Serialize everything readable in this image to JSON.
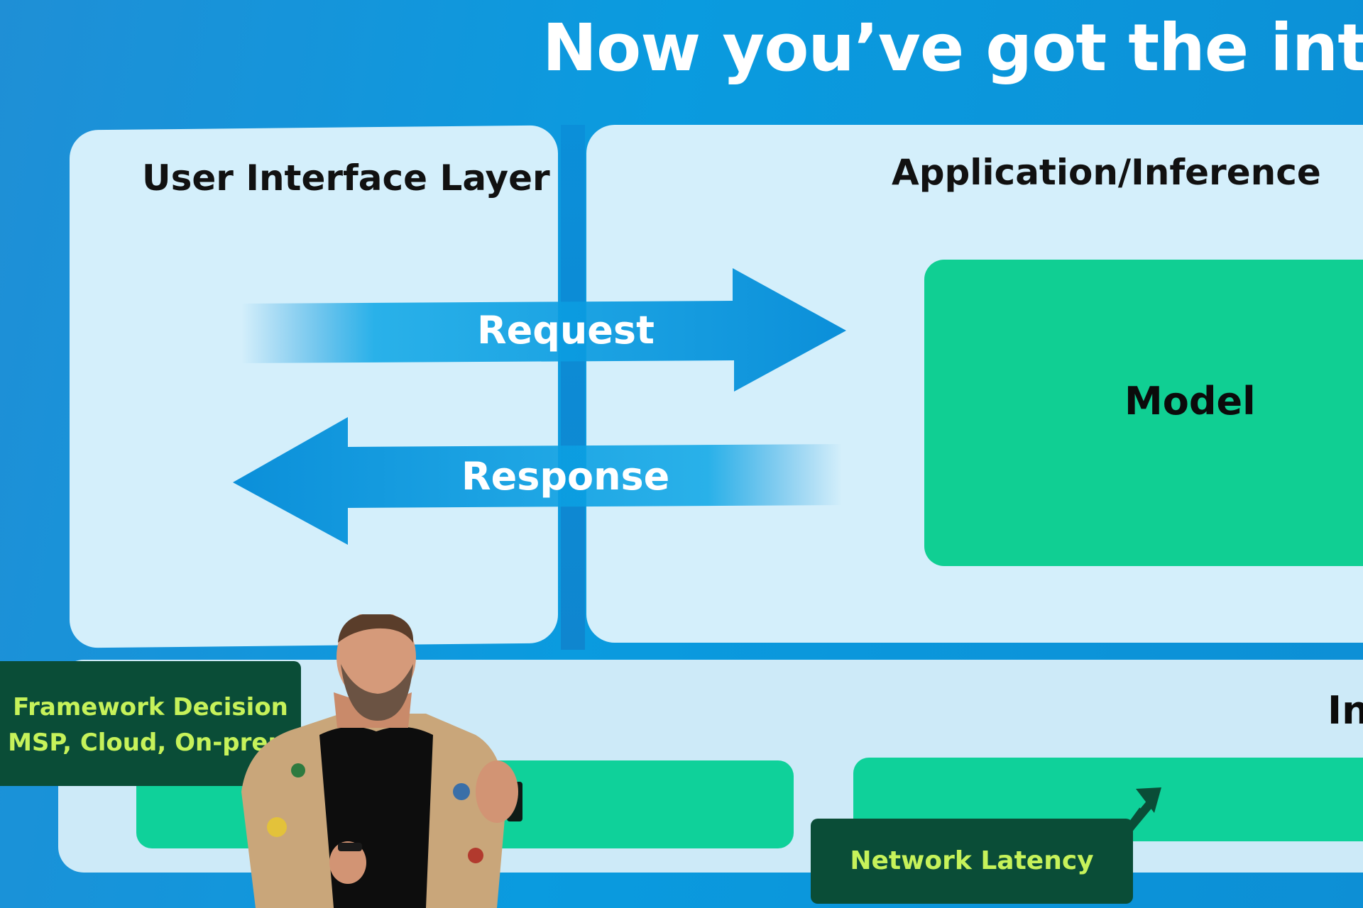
{
  "slide": {
    "headline": "Now you’ve got the introd",
    "ui_layer_title": "User Interface Layer",
    "app_layer_title": "Application/Inference",
    "model_label": "Model",
    "request_label": "Request",
    "response_label": "Response",
    "partial_word": "In"
  },
  "callouts": {
    "framework_lines": [
      "Framework Decision",
      "MSP, Cloud, On-prem"
    ],
    "network": "Network Latency"
  },
  "colors": {
    "screen_blue": "#0a9bdf",
    "panel_light": "#d4effb",
    "model_green": "#10cf93",
    "callout_dark_green": "#0a4d37",
    "callout_text_lime": "#c6f25a",
    "arrow_blue": "#0b8fd9"
  }
}
